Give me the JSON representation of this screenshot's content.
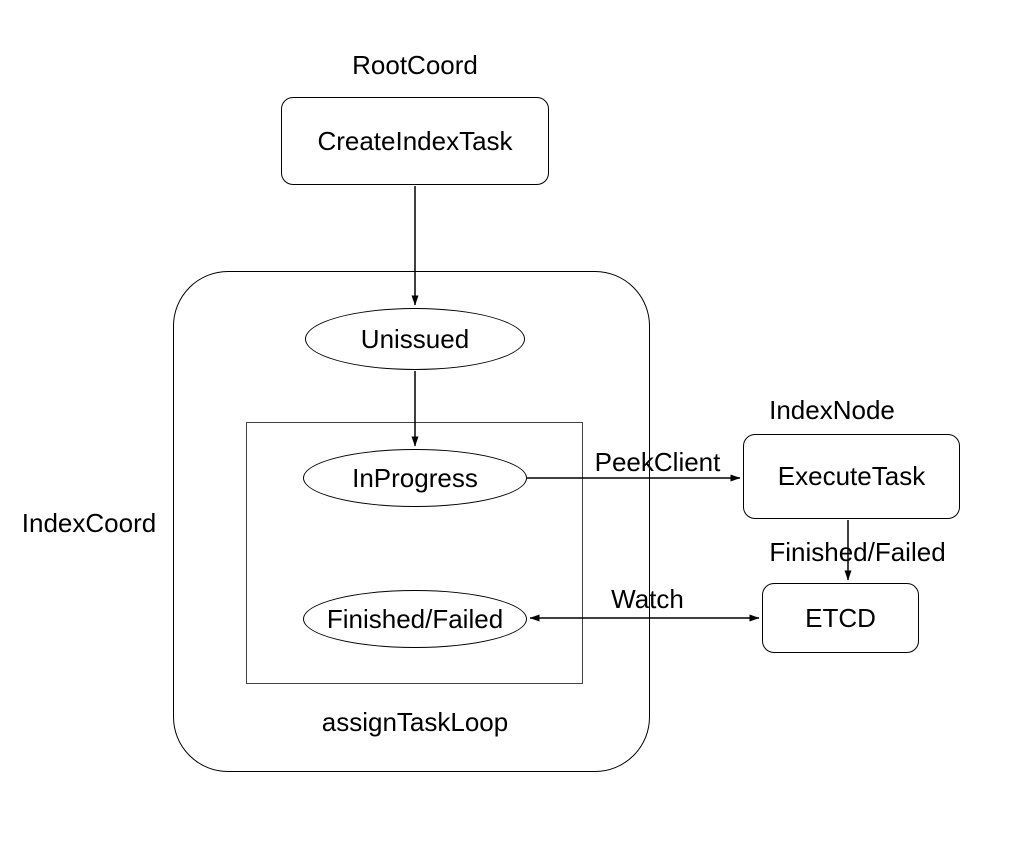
{
  "diagram": {
    "groups": {
      "root_coord_label": "RootCoord",
      "index_coord_label": "IndexCoord",
      "index_node_label": "IndexNode",
      "assign_task_loop_label": "assignTaskLoop"
    },
    "nodes": {
      "create_index_task": "CreateIndexTask",
      "unissued": "Unissued",
      "in_progress": "InProgress",
      "finished_failed": "Finished/Failed",
      "execute_task": "ExecuteTask",
      "etcd": "ETCD"
    },
    "edge_labels": {
      "peek_client": "PeekClient",
      "finished_failed": "Finished/Failed",
      "watch": "Watch"
    },
    "colors": {
      "stroke": "#000000",
      "inner_loop_stroke": "#424242",
      "background": "#ffffff",
      "text": "#000000"
    }
  }
}
